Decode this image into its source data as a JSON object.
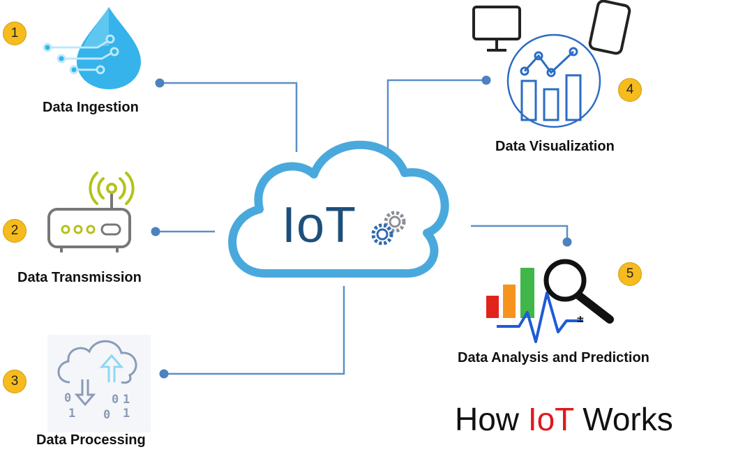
{
  "center": {
    "word": "IoT"
  },
  "steps": [
    {
      "number": "1",
      "label": "Data Ingestion",
      "icon": "water-drop-circuit-icon"
    },
    {
      "number": "2",
      "label": "Data Transmission",
      "icon": "wifi-router-icon"
    },
    {
      "number": "3",
      "label": "Data Processing",
      "icon": "cloud-binary-icon"
    },
    {
      "number": "4",
      "label": "Data Visualization",
      "icon": "dashboard-devices-icon"
    },
    {
      "number": "5",
      "label": "Data Analysis and Prediction",
      "icon": "analysis-magnifier-icon"
    }
  ],
  "footer": {
    "prefix": "How ",
    "highlight": "IoT",
    "suffix": " Works"
  },
  "colors": {
    "cloud_stroke": "#4aa9dc",
    "connector": "#3f7fc1",
    "badge": "#f6bc1d",
    "iot_text": "#1d4f7a",
    "footer_highlight": "#e0191c"
  }
}
